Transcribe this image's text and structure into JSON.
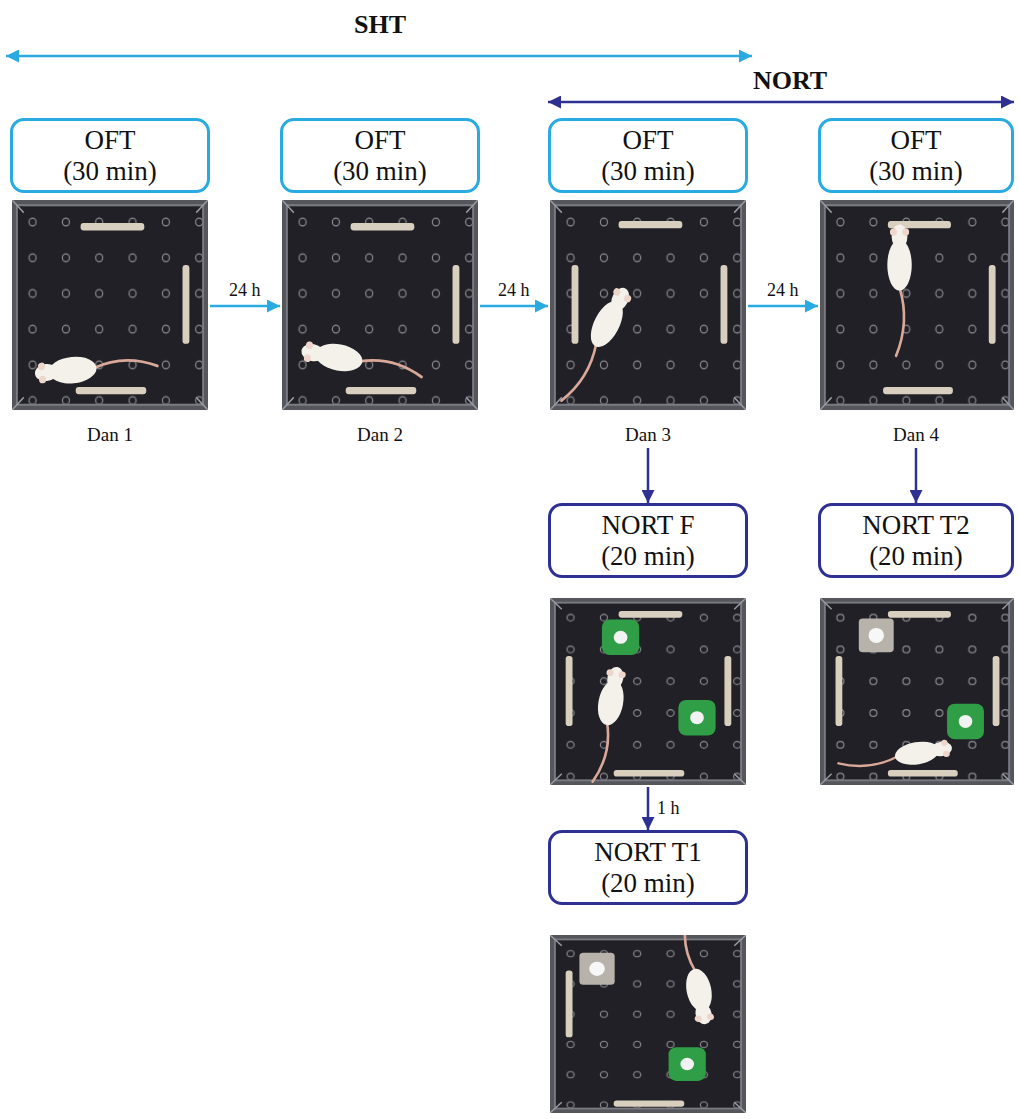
{
  "diagram": {
    "nodes": [
      {
        "text": [
          "OFT (30 min)",
          "Dan 1"
        ]
      },
      {
        "text": [
          "OFT (30 min)",
          "Dan 2"
        ]
      },
      {
        "text": [
          "OFT (30 min)",
          "Dan 3"
        ]
      },
      {
        "text": [
          "OFT (30 min)",
          "Dan 4"
        ]
      },
      {
        "text": [
          "NORT F (20 min)"
        ]
      },
      {
        "text": [
          "NORT T2 (20 min)"
        ]
      },
      {
        "text": [
          "NORT T1 (20 min)"
        ]
      }
    ],
    "edges": [
      {
        "from": 0,
        "to": 1,
        "label": "24 h",
        "arrow": "to"
      },
      {
        "from": 1,
        "to": 2,
        "label": "24 h",
        "arrow": "to"
      },
      {
        "from": 2,
        "to": 3,
        "label": "24 h",
        "arrow": "to"
      },
      {
        "from": 2,
        "to": 4,
        "arrow": "to"
      },
      {
        "from": 3,
        "to": 5,
        "arrow": "to"
      },
      {
        "from": 4,
        "to": 6,
        "label": "1 h",
        "arrow": "to"
      }
    ],
    "labels": [
      "SHT",
      "NORT"
    ]
  }
}
